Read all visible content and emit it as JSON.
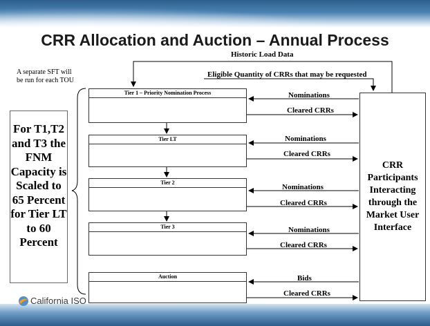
{
  "slide": {
    "title": "CRR Allocation and Auction – Annual Process",
    "historic_load_label": "Historic Load Data",
    "eligible_label": "Eligible Quantity of CRRs that may be requested",
    "sft_note": "A separate SFT will be run for each TOU",
    "scaling_note": "For T1,T2 and T3 the FNM Capacity is Scaled to 65 Percent for Tier LT to 60 Percent",
    "participants_label": "CRR Participants Interacting through the Market User Interface",
    "logo_text": "California ISO"
  },
  "tiers": [
    {
      "name": "Tier 1 – Priority Nomination Process",
      "in_label": "Nominations",
      "out_label": "Cleared CRRs"
    },
    {
      "name": "Tier LT",
      "in_label": "Nominations",
      "out_label": "Cleared CRRs"
    },
    {
      "name": "Tier 2",
      "in_label": "Nominations",
      "out_label": "Cleared CRRs"
    },
    {
      "name": "Tier 3",
      "in_label": "Nominations",
      "out_label": "Cleared CRRs"
    },
    {
      "name": "Auction",
      "in_label": "Bids",
      "out_label": "Cleared CRRs"
    }
  ],
  "colors": {
    "band_dark": "#2b5c8a",
    "band_light": "#cfe0ee",
    "logo_accent": "#f0a020"
  }
}
